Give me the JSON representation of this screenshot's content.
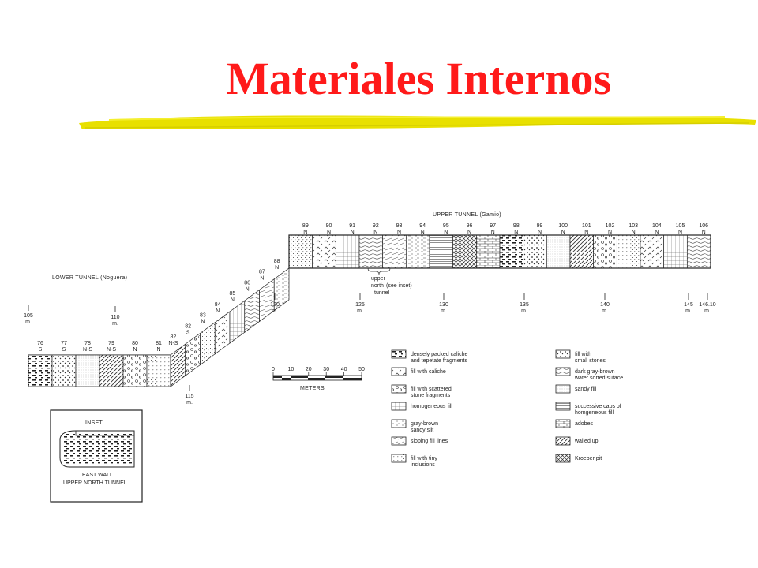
{
  "slide": {
    "title": "Materiales Internos",
    "accent_color": "#ff1a1a",
    "underline_color": "#e8e000"
  },
  "diagram": {
    "lower_tunnel_label": "LOWER TUNNEL   (Noguera)",
    "upper_tunnel_label": "UPPER   TUNNEL   (Gamio)",
    "upper_north_tunnel": [
      "upper",
      "north",
      "tunnel"
    ],
    "see_inset": "(see inset)",
    "lower_sections": [
      {
        "num": "76",
        "dir": "S"
      },
      {
        "num": "77",
        "dir": "S"
      },
      {
        "num": "78",
        "dir": "N-S"
      },
      {
        "num": "79",
        "dir": "N-S"
      },
      {
        "num": "80",
        "dir": "N"
      },
      {
        "num": "81",
        "dir": "N"
      }
    ],
    "ramp_sections": [
      {
        "num": "82",
        "dir": "N-S"
      },
      {
        "num": "82",
        "dir": "S"
      },
      {
        "num": "83",
        "dir": "N"
      },
      {
        "num": "84",
        "dir": "N"
      },
      {
        "num": "85",
        "dir": "N"
      },
      {
        "num": "86",
        "dir": "N"
      },
      {
        "num": "87",
        "dir": "N"
      },
      {
        "num": "88",
        "dir": "N"
      }
    ],
    "upper_sections": [
      {
        "num": "89",
        "dir": "N"
      },
      {
        "num": "90",
        "dir": "N"
      },
      {
        "num": "91",
        "dir": "N"
      },
      {
        "num": "92",
        "dir": "N"
      },
      {
        "num": "93",
        "dir": "N"
      },
      {
        "num": "94",
        "dir": "N"
      },
      {
        "num": "95",
        "dir": "N"
      },
      {
        "num": "96",
        "dir": "N"
      },
      {
        "num": "97",
        "dir": "N"
      },
      {
        "num": "98",
        "dir": "N"
      },
      {
        "num": "99",
        "dir": "N"
      },
      {
        "num": "100",
        "dir": "N"
      },
      {
        "num": "101",
        "dir": "N"
      },
      {
        "num": "102",
        "dir": "N"
      },
      {
        "num": "103",
        "dir": "N"
      },
      {
        "num": "104",
        "dir": "N"
      },
      {
        "num": "105",
        "dir": "N"
      },
      {
        "num": "106",
        "dir": "N"
      }
    ],
    "distance_marks": [
      {
        "value": "105",
        "unit": "m."
      },
      {
        "value": "110",
        "unit": "m."
      },
      {
        "value": "115",
        "unit": "m."
      },
      {
        "value": "120",
        "unit": "m."
      },
      {
        "value": "125",
        "unit": "m."
      },
      {
        "value": "130",
        "unit": "m."
      },
      {
        "value": "135",
        "unit": "m."
      },
      {
        "value": "140",
        "unit": "m."
      },
      {
        "value": "145",
        "unit": "m."
      },
      {
        "value": "146.10",
        "unit": "m."
      }
    ],
    "scale": {
      "ticks": [
        "0",
        "10",
        "20",
        "30",
        "40",
        "50"
      ],
      "unit_label": "METERS"
    },
    "inset": {
      "title": "INSET",
      "caption": [
        "EAST WALL",
        "UPPER NORTH TUNNEL"
      ]
    },
    "legend": [
      {
        "pattern": "dashes",
        "lines": [
          "densely packed caliche",
          "and tepetate fragments"
        ]
      },
      {
        "pattern": "caliche",
        "lines": [
          "fill with caliche"
        ]
      },
      {
        "pattern": "stones",
        "lines": [
          "fill with scattered",
          "stone fragments"
        ]
      },
      {
        "pattern": "grid",
        "lines": [
          "homogeneous fill"
        ]
      },
      {
        "pattern": "silt",
        "lines": [
          "gray-brown",
          "sandy silt"
        ]
      },
      {
        "pattern": "slope",
        "lines": [
          "sloping fill lines"
        ]
      },
      {
        "pattern": "dots",
        "lines": [
          "fill with tiny",
          "inclusions"
        ]
      },
      {
        "pattern": "smallstones",
        "lines": [
          "fill with",
          "small stones"
        ]
      },
      {
        "pattern": "darkwater",
        "lines": [
          "dark gray-brown",
          "water sorted suface"
        ]
      },
      {
        "pattern": "sandy",
        "lines": [
          "sandy fill"
        ]
      },
      {
        "pattern": "caps",
        "lines": [
          "successive caps of",
          "homgeneous fill"
        ]
      },
      {
        "pattern": "adobes",
        "lines": [
          "adobes"
        ]
      },
      {
        "pattern": "walled",
        "lines": [
          "walled up"
        ]
      },
      {
        "pattern": "kroeber",
        "lines": [
          "Kroeber pit"
        ]
      }
    ]
  }
}
